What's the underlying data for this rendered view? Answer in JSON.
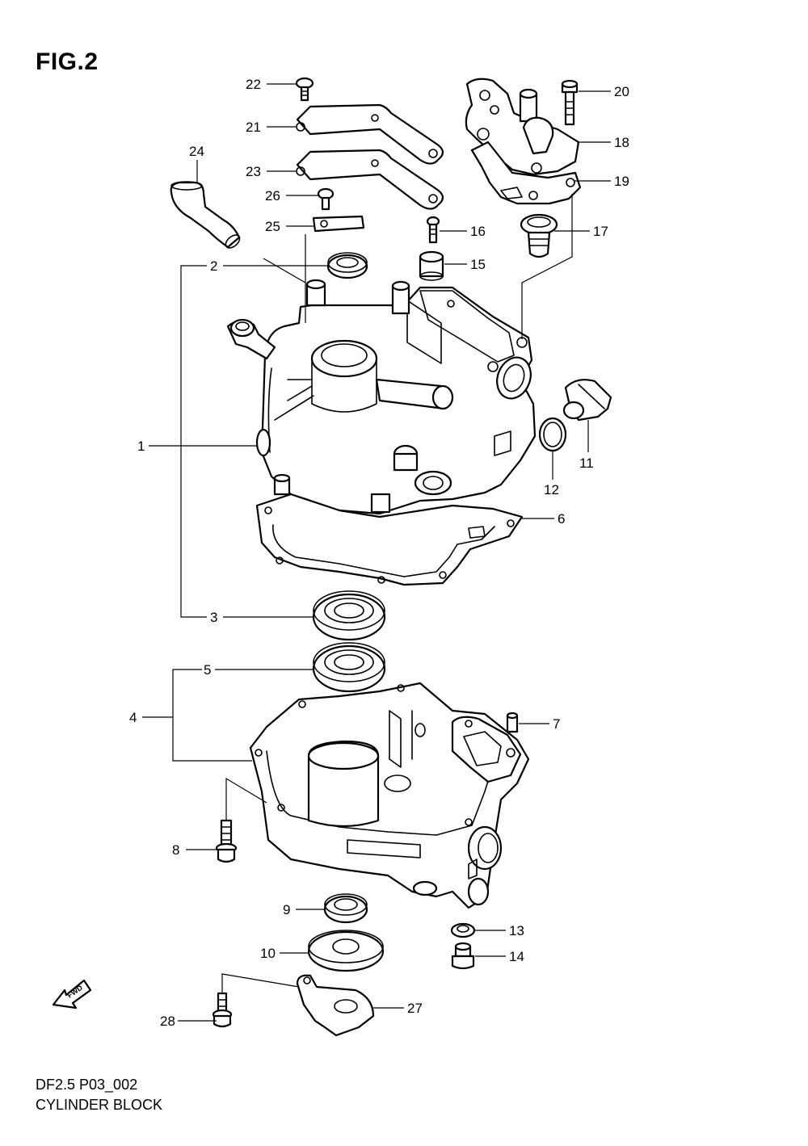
{
  "figure": {
    "title": "FIG.2",
    "diagram_code": "DF2.5 P03_002",
    "caption": "CYLINDER BLOCK",
    "fwd_label": "FWD"
  },
  "callouts": [
    {
      "id": "22",
      "label": "22"
    },
    {
      "id": "21",
      "label": "21"
    },
    {
      "id": "23",
      "label": "23"
    },
    {
      "id": "24",
      "label": "24"
    },
    {
      "id": "26",
      "label": "26"
    },
    {
      "id": "25",
      "label": "25"
    },
    {
      "id": "2",
      "label": "2"
    },
    {
      "id": "1",
      "label": "1"
    },
    {
      "id": "3",
      "label": "3"
    },
    {
      "id": "5",
      "label": "5"
    },
    {
      "id": "4",
      "label": "4"
    },
    {
      "id": "8",
      "label": "8"
    },
    {
      "id": "9",
      "label": "9"
    },
    {
      "id": "10",
      "label": "10"
    },
    {
      "id": "28",
      "label": "28"
    },
    {
      "id": "20",
      "label": "20"
    },
    {
      "id": "18",
      "label": "18"
    },
    {
      "id": "19",
      "label": "19"
    },
    {
      "id": "17",
      "label": "17"
    },
    {
      "id": "16",
      "label": "16"
    },
    {
      "id": "15",
      "label": "15"
    },
    {
      "id": "11",
      "label": "11"
    },
    {
      "id": "12",
      "label": "12"
    },
    {
      "id": "6",
      "label": "6"
    },
    {
      "id": "7",
      "label": "7"
    },
    {
      "id": "13",
      "label": "13"
    },
    {
      "id": "14",
      "label": "14"
    },
    {
      "id": "27",
      "label": "27"
    }
  ]
}
